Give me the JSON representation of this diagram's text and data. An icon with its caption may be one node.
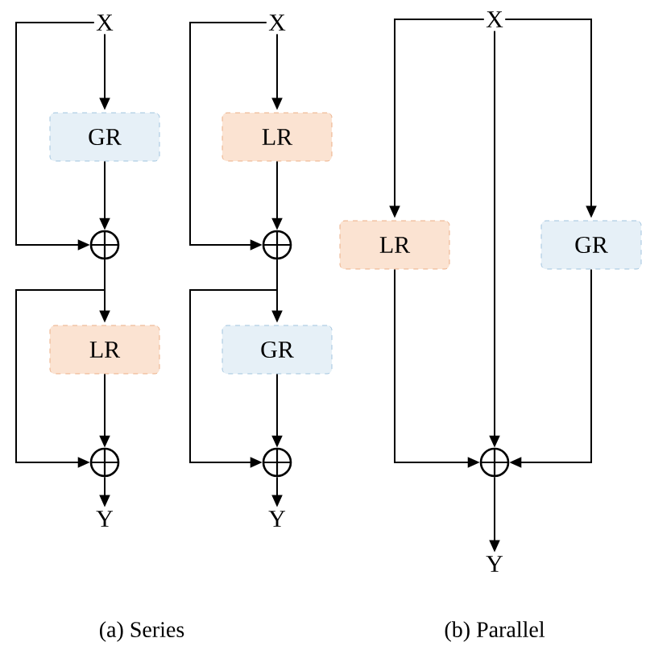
{
  "diagram": {
    "nodes": [
      {
        "text": [
          "X"
        ]
      },
      {
        "text": [
          "GR"
        ]
      },
      {
        "text": [],
        "shape": "circle"
      },
      {
        "text": [
          "LR"
        ]
      },
      {
        "text": [],
        "shape": "circle"
      },
      {
        "text": [
          "Y"
        ]
      },
      {
        "text": [
          "X"
        ]
      },
      {
        "text": [
          "LR"
        ]
      },
      {
        "text": [],
        "shape": "circle"
      },
      {
        "text": [
          "GR"
        ]
      },
      {
        "text": [],
        "shape": "circle"
      },
      {
        "text": [
          "Y"
        ]
      },
      {
        "text": [
          "X"
        ]
      },
      {
        "text": [
          "LR"
        ]
      },
      {
        "text": [
          "GR"
        ]
      },
      {
        "text": [],
        "shape": "circle"
      },
      {
        "text": [
          "Y"
        ]
      }
    ],
    "edges": [
      {
        "from": 0,
        "to": 1,
        "arrow": "to"
      },
      {
        "from": 1,
        "to": 2,
        "arrow": "to"
      },
      {
        "from": 0,
        "to": 2,
        "arrow": "to"
      },
      {
        "from": 2,
        "to": 3,
        "arrow": "to"
      },
      {
        "from": 3,
        "to": 4,
        "arrow": "to"
      },
      {
        "from": 2,
        "to": 4,
        "arrow": "to"
      },
      {
        "from": 4,
        "to": 5,
        "arrow": "to"
      },
      {
        "from": 6,
        "to": 7,
        "arrow": "to"
      },
      {
        "from": 7,
        "to": 8,
        "arrow": "to"
      },
      {
        "from": 6,
        "to": 8,
        "arrow": "to"
      },
      {
        "from": 8,
        "to": 9,
        "arrow": "to"
      },
      {
        "from": 9,
        "to": 10,
        "arrow": "to"
      },
      {
        "from": 8,
        "to": 10,
        "arrow": "to"
      },
      {
        "from": 10,
        "to": 11,
        "arrow": "to"
      },
      {
        "from": 12,
        "to": 13,
        "arrow": "to"
      },
      {
        "from": 12,
        "to": 14,
        "arrow": "to"
      },
      {
        "from": 12,
        "to": 15,
        "arrow": "to"
      },
      {
        "from": 13,
        "to": 15,
        "arrow": "to"
      },
      {
        "from": 14,
        "to": 15,
        "arrow": "to"
      },
      {
        "from": 15,
        "to": 16,
        "arrow": "to"
      }
    ],
    "labels": [
      "(a) Series",
      "(b) Parallel"
    ]
  }
}
